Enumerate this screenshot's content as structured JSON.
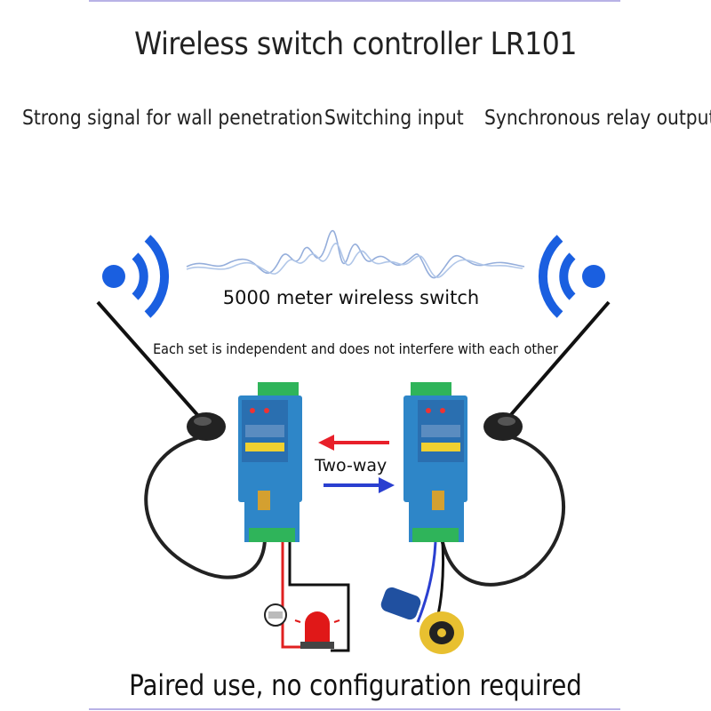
{
  "title": "Wireless switch controller LR101",
  "features": [
    "Strong signal for wall penetration",
    "Switching input",
    "Synchronous relay output"
  ],
  "diagram": {
    "range_label": "5000 meter wireless switch",
    "independence_label": "Each set is independent and does not interfere with each other",
    "direction_label": "Two-way"
  },
  "footer": "Paired use, no configuration required",
  "colors": {
    "signal_blue": "#1a5fe0",
    "module_blue": "#2e86c8",
    "arrow_red": "#e8202a",
    "arrow_blue": "#2a3fd0"
  }
}
